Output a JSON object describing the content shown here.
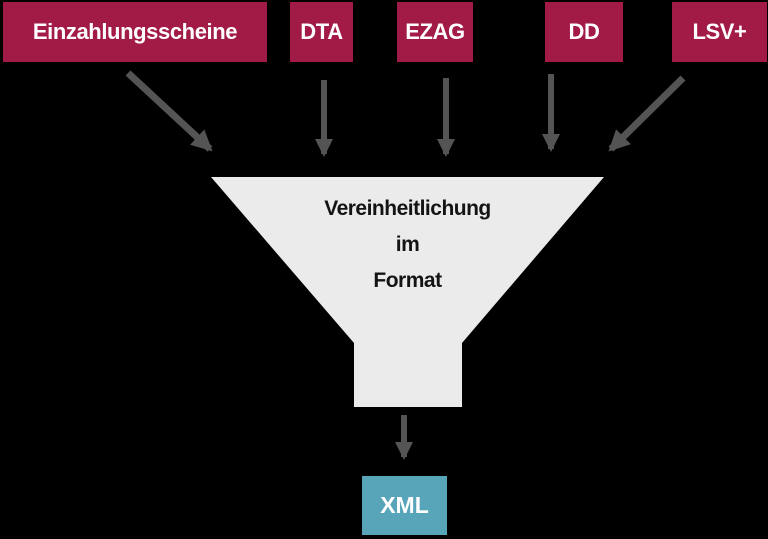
{
  "diagram_title": "",
  "sources": [
    {
      "label": "Einzahlungsscheine"
    },
    {
      "label": "DTA"
    },
    {
      "label": "EZAG"
    },
    {
      "label": "DD"
    },
    {
      "label": "LSV+"
    }
  ],
  "funnel": {
    "line1": "Vereinheitlichung",
    "line2": "im",
    "line3": "Format"
  },
  "output": {
    "label": "XML"
  },
  "colors": {
    "background": "#000000",
    "source_box": "#A21A46",
    "funnel": "#EBEBEB",
    "funnel_text": "#141414",
    "arrow": "#545454",
    "output_box": "#58A5BA",
    "label_text": "#FFFFFF"
  }
}
